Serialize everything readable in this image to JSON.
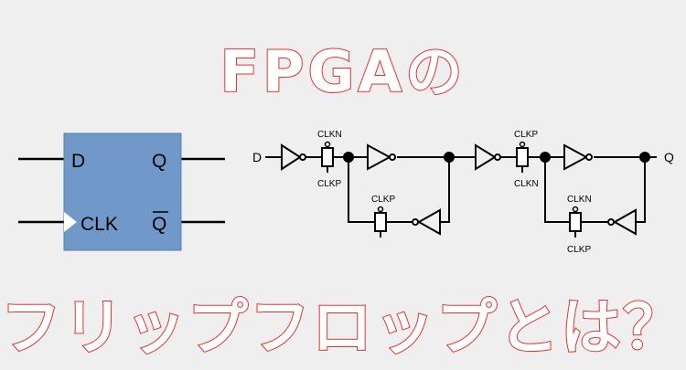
{
  "title_top": "FPGAの",
  "title_bottom": "フリップフロップとは？",
  "colors": {
    "accent": "#e8332f",
    "block": "#7098c8",
    "background": "#efefef"
  },
  "ff_symbol": {
    "d": "D",
    "q": "Q",
    "clk": "CLK",
    "qbar": "Q"
  },
  "circuit": {
    "input": "D",
    "output": "Q",
    "tg1_top": "CLKN",
    "tg1_bottom": "CLKP",
    "tg2_top": "CLKP",
    "tg3_top": "CLKP",
    "tg3_bottom": "CLKN",
    "tg4_top": "CLKN",
    "tg4_bottom": "CLKP"
  }
}
